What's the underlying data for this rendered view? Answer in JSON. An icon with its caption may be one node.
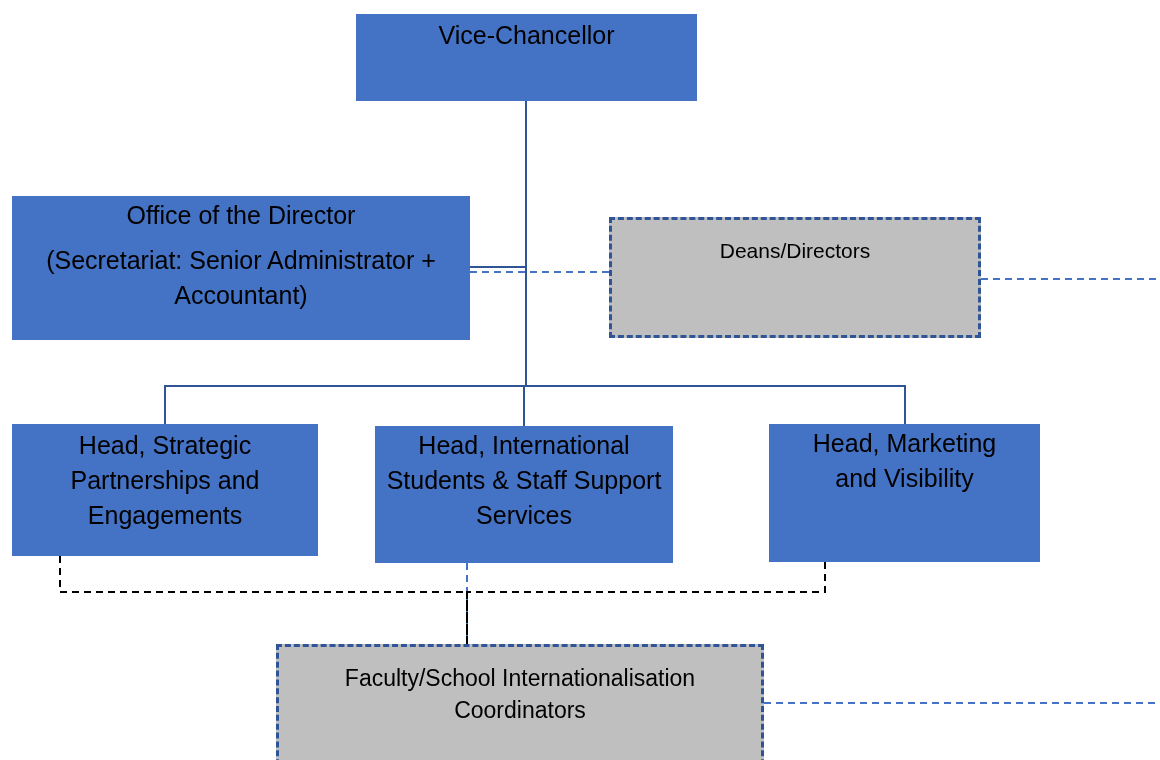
{
  "diagram": {
    "nodes": [
      {
        "text": [
          "Vice-Chancellor"
        ]
      },
      {
        "text": [
          "Office of the Director",
          "(Secretariat: Senior Administrator + Accountant)"
        ]
      },
      {
        "text": [
          "Deans/Directors"
        ]
      },
      {
        "text": [
          "Head, Strategic Partnerships and Engagements"
        ]
      },
      {
        "text": [
          "Head, International Students & Staff Support Services"
        ]
      },
      {
        "text": [
          "Head, Marketing and Visibility"
        ]
      },
      {
        "text": [
          "Faculty/School Internationalisation Coordinators"
        ]
      }
    ],
    "edges": [
      {
        "from": 0,
        "to": 1,
        "arrow": "none"
      },
      {
        "from": 0,
        "to": 3,
        "arrow": "none"
      },
      {
        "from": 0,
        "to": 4,
        "arrow": "none"
      },
      {
        "from": 0,
        "to": 5,
        "arrow": "none"
      },
      {
        "from": 1,
        "to": 2,
        "arrow": "none",
        "style": "dashed",
        "color": "#4472c4"
      },
      {
        "from": 2,
        "to": null,
        "arrow": "none",
        "style": "dashed",
        "color": "#4472c4"
      },
      {
        "from": 3,
        "to": 6,
        "arrow": "none",
        "style": "dashed",
        "color": "#000000"
      },
      {
        "from": 4,
        "to": 6,
        "arrow": "none",
        "style": "dashed",
        "color": "#4472c4"
      },
      {
        "from": 5,
        "to": 6,
        "arrow": "none",
        "style": "dashed",
        "color": "#000000"
      },
      {
        "from": 6,
        "to": null,
        "arrow": "none",
        "style": "dashed",
        "color": "#4472c4"
      }
    ]
  }
}
